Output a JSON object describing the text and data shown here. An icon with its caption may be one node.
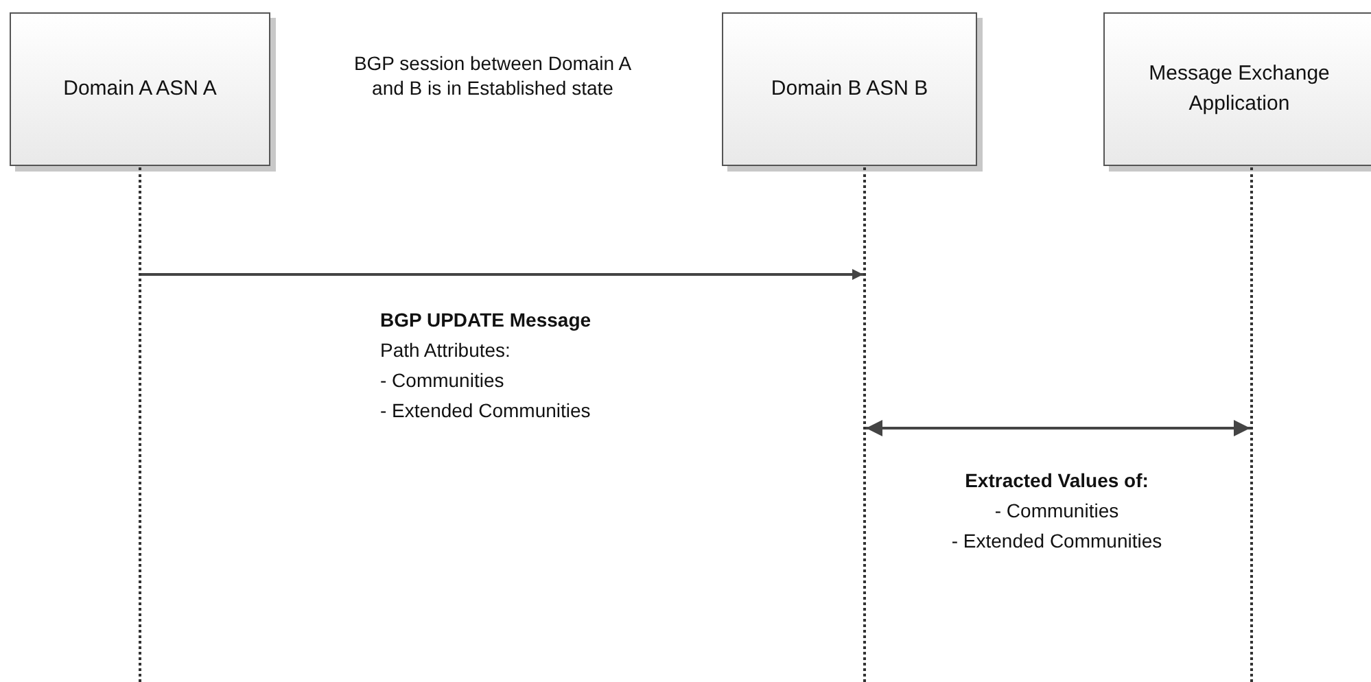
{
  "diagram": {
    "nodes": [
      {
        "text": [
          "Domain A ASN A"
        ]
      },
      {
        "text": [
          "Domain B ASN B"
        ]
      },
      {
        "text": [
          "Message Exchange Application"
        ]
      },
      {
        "text": [],
        "shape": "line"
      },
      {
        "text": [],
        "shape": "line"
      },
      {
        "text": [],
        "shape": "line"
      }
    ],
    "edges": [
      {
        "from": 3,
        "to": 4,
        "arrow": "to"
      },
      {
        "from": 4,
        "to": 5,
        "arrow": "both"
      }
    ],
    "labels": [
      "BGP session between Domain A and B is in Established state",
      "BGP UPDATE Message",
      "Path Attributes:",
      "- Communities",
      "- Extended Communities",
      "Extracted Values of:",
      "- Communities",
      "- Extended Communities"
    ]
  }
}
